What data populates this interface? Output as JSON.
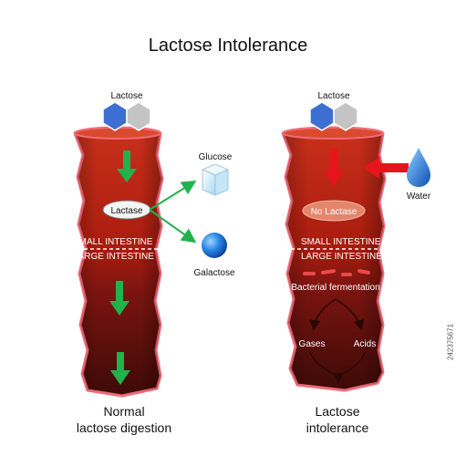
{
  "title": "Lactose Intolerance",
  "left": {
    "sugar_label": "Lactose",
    "enzyme_label": "Lactase",
    "small_intestine": "SMALL INTESTINE",
    "large_intestine": "LARGE INTESTINE",
    "glucose_label": "Glucose",
    "galactose_label": "Galactose",
    "caption_line1": "Normal",
    "caption_line2": "lactose digestion"
  },
  "right": {
    "sugar_label": "Lactose",
    "enzyme_label": "No Lactase",
    "water_label": "Water",
    "small_intestine": "SMALL INTESTINE",
    "large_intestine": "LARGE INTESTINE",
    "fermentation_label": "Bacterial fermentation",
    "gases_label": "Gases",
    "acids_label": "Acids",
    "caption_line1": "Lactose",
    "caption_line2": "intolerance"
  },
  "stock_id": "242375671",
  "colors": {
    "intestine_top": "#b8240f",
    "intestine_bottom": "#4a0c08",
    "wall": "#f06a78",
    "green_arrow": "#22b24c",
    "red_arrow": "#e8141c",
    "hex_blue": "#3c6fd1",
    "hex_gray": "#bdbdbd",
    "water": "#1a6fd8",
    "galactose": "#1f7fe0",
    "glucose": "#cfe9f6"
  }
}
